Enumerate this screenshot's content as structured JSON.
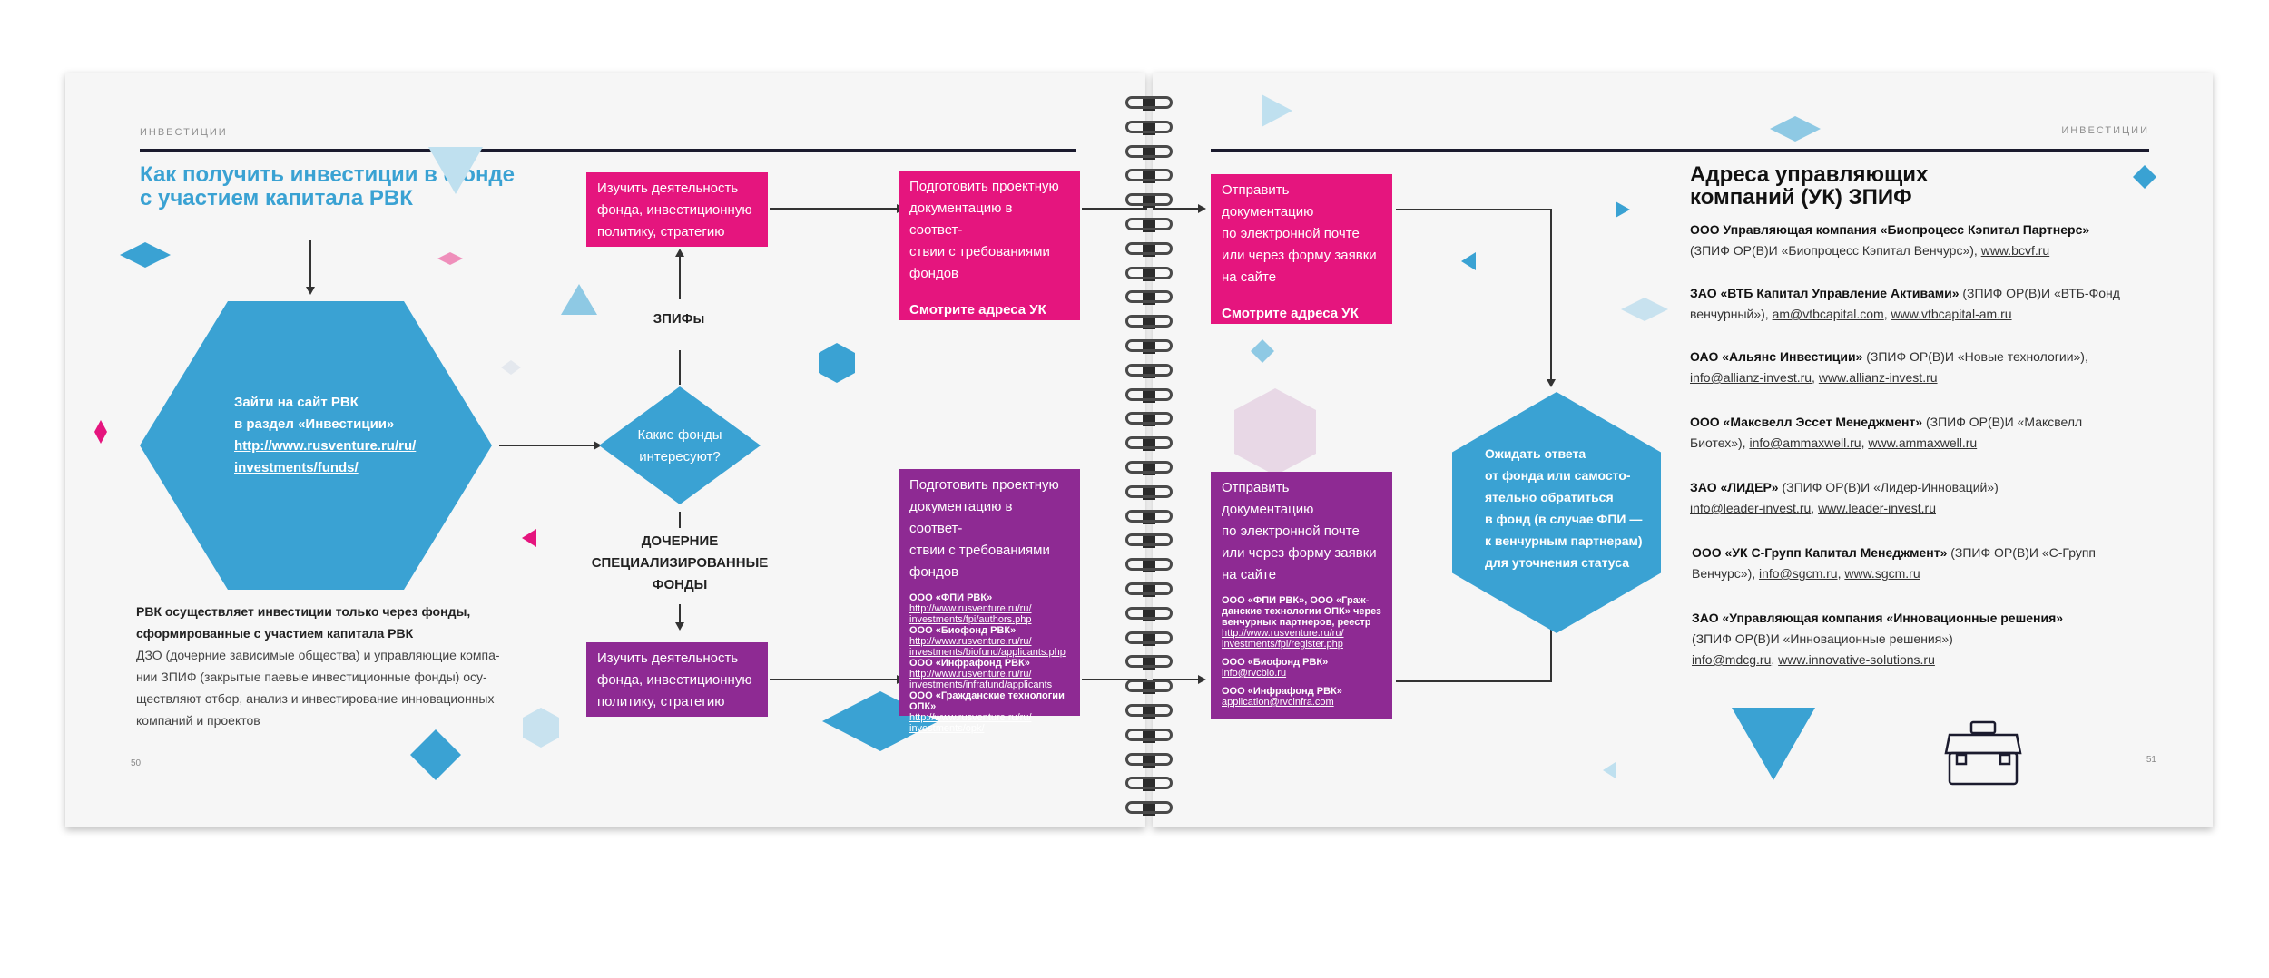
{
  "left": {
    "running_head": "ИНВЕСТИЦИИ",
    "title": [
      "Как получить инвестиции в фонде",
      "с участием капитала РВК"
    ],
    "hexagon_text": [
      "Зайти на сайт РВК",
      "в раздел «Инвестиции»",
      "http://www.rusventure.ru/ru/",
      "investments/funds/"
    ],
    "diamond_text": [
      "Какие фонды",
      "интересуют?"
    ],
    "label_zpif": "ЗПИФы",
    "label_subsidiary": [
      "ДОЧЕРНИЕ",
      "СПЕЦИАЛИЗИРОВАННЫЕ",
      "ФОНДЫ"
    ],
    "box_study_top": [
      "Изучить деятельность",
      "фонда, инвестиционную",
      "политику, стратегию"
    ],
    "box_study_bottom": [
      "Изучить деятельность",
      "фонда, инвестиционную",
      "политику, стратегию"
    ],
    "note_bold": [
      "РВК осуществляет инвестиции только через фонды,",
      "сформированные с участием капитала РВК"
    ],
    "note_body": [
      "ДЗО (дочерние зависимые общества) и управляющие компа-",
      "нии ЗПИФ (закрытые паевые инвестиционные фонды) осу-",
      "ществляют отбор, анализ и инвестирование инновационных",
      "компаний и проектов"
    ],
    "page_number": "50"
  },
  "middle": {
    "box_prepare_top": [
      "Подготовить проектную",
      "документацию в соответ-",
      "ствии с требованиями",
      "фондов"
    ],
    "box_prepare_top_link": "Смотрите адреса УК",
    "box_prepare_bottom": [
      "Подготовить проектную",
      "документацию в соответ-",
      "ствии с требованиями",
      "фондов"
    ],
    "box_prepare_bottom_small": [
      {
        "h": "ООО «ФПИ РВК»",
        "u": [
          "http://www.rusventure.ru/ru/",
          "investments/fpi/authors.php"
        ]
      },
      {
        "h": "ООО «Биофонд РВК»",
        "u": [
          "http://www.rusventure.ru/ru/",
          "investments/biofund/applicants.php"
        ]
      },
      {
        "h": "ООО «Инфрафонд РВК»",
        "u": [
          "http://www.rusventure.ru/ru/",
          "investments/infrafund/applicants"
        ]
      },
      {
        "h": "ООО «Гражданские технологии ОПК»",
        "u": [
          "http://www.rusventure.ru/ru/",
          "investments/opk/"
        ]
      }
    ]
  },
  "right": {
    "running_head": "ИНВЕСТИЦИИ",
    "box_send_top": [
      "Отправить документацию",
      "по электронной почте",
      "или через форму заявки",
      "на сайте"
    ],
    "box_send_top_link": "Смотрите адреса УК",
    "box_send_bottom": [
      "Отправить документацию",
      "по электронной почте",
      "или через форму заявки",
      "на сайте"
    ],
    "box_send_bottom_small": [
      {
        "h": [
          "ООО «ФПИ РВК», ООО «Граж-",
          "данские технологии ОПК» через",
          "венчурных партнеров, реестр"
        ],
        "u": [
          "http://www.rusventure.ru/ru/",
          "investments/fpi/register.php"
        ]
      },
      {
        "h": [
          "ООО «Биофонд РВК»"
        ],
        "u": [
          "info@rvcbio.ru"
        ]
      },
      {
        "h": [
          "ООО «Инфрафонд РВК»"
        ],
        "u": [
          "application@rvcinfra.com"
        ]
      }
    ],
    "hexagon_text": [
      "Ожидать ответа",
      "от фонда или самосто-",
      "ятельно обратиться",
      "в фонд (в случае ФПИ —",
      "к венчурным партнерам)",
      "для уточнения статуса"
    ],
    "addresses_title": [
      "Адреса управляющих",
      "компаний (УК) ЗПИФ"
    ],
    "addresses": [
      {
        "name": "ООО Управляющая компания «Биопроцесс Кэпитал Партнерс»",
        "rest": "(ЗПИФ ОР(В)И «Биопроцесс Кэпитал Венчурс»),",
        "links": [
          "www.bcvf.ru"
        ]
      },
      {
        "name": "ЗАО «ВТБ Капитал Управление Активами»",
        "rest": "(ЗПИФ ОР(В)И «ВТБ-Фонд венчурный»),",
        "links": [
          "am@vtbcapital.com",
          "www.vtbcapital-am.ru"
        ]
      },
      {
        "name": "ОАО «Альянс Инвестиции»",
        "rest": "(ЗПИФ ОР(В)И «Новые технологии»),",
        "links": [
          "info@allianz-invest.ru",
          "www.allianz-invest.ru"
        ]
      },
      {
        "name": "ООО «Максвелл Эссет Менеджмент»",
        "rest": "(ЗПИФ ОР(В)И «Максвелл Биотех»),",
        "links": [
          "info@ammaxwell.ru",
          "www.ammaxwell.ru"
        ]
      },
      {
        "name": "ЗАО «ЛИДЕР»",
        "rest": "(ЗПИФ ОР(В)И «Лидер-Инноваций»)",
        "links": [
          "info@leader-invest.ru",
          "www.leader-invest.ru"
        ]
      },
      {
        "name": "ООО «УК С-Групп Капитал Менеджмент»",
        "rest": "(ЗПИФ ОР(В)И «С-Групп Венчурс»),",
        "links": [
          "info@sgcm.ru",
          "www.sgcm.ru"
        ]
      },
      {
        "name": "ЗАО «Управляющая компания «Инновационные решения»",
        "rest": "(ЗПИФ ОР(В)И «Инновационные решения»)",
        "links": [
          "info@mdcg.ru",
          "www.innovative-solutions.ru"
        ]
      }
    ],
    "page_number": "51"
  },
  "colors": {
    "blue": "#3aa2d3",
    "pink": "#e5157e",
    "purple": "#8e2a93",
    "dark": "#1b1b2e"
  },
  "icons": [
    "briefcase-icon"
  ]
}
